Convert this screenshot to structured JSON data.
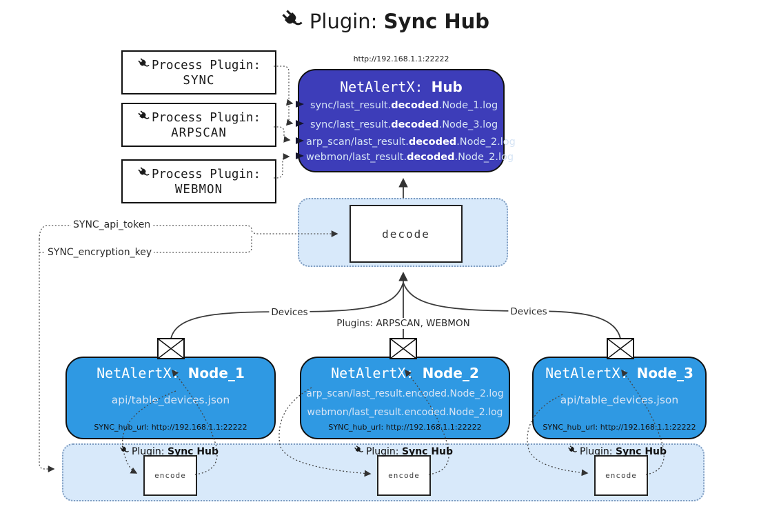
{
  "title": {
    "prefix": "Plugin: ",
    "name": "Sync Hub"
  },
  "hub": {
    "url": "http://192.168.1.1:22222",
    "title_prefix": "NetAlertX: ",
    "title_name": "Hub",
    "logs": [
      {
        "pre": "sync/last_result.",
        "mid": "decoded",
        "post": ".Node_1.log"
      },
      {
        "pre": "sync/last_result.",
        "mid": "decoded",
        "post": ".Node_3.log"
      },
      {
        "pre": "arp_scan/last_result.",
        "mid": "decoded",
        "post": ".Node_2.log"
      },
      {
        "pre": "webmon/last_result.",
        "mid": "decoded",
        "post": ".Node_2.log"
      }
    ]
  },
  "process_plugins": [
    {
      "label": "Process Plugin:",
      "name": "SYNC"
    },
    {
      "label": "Process Plugin:",
      "name": "ARPSCAN"
    },
    {
      "label": "Process Plugin:",
      "name": "WEBMON"
    }
  ],
  "decode": {
    "label": "decode"
  },
  "secrets": {
    "api_token": "SYNC_api_token",
    "encryption_key": "SYNC_encryption_key"
  },
  "edges": {
    "devices_left": "Devices",
    "plugins_middle": "Plugins: ARPSCAN, WEBMON",
    "devices_right": "Devices"
  },
  "nodes": [
    {
      "title_prefix": "NetAlertX: ",
      "title_name": "Node_1",
      "files": [
        "api/table_devices.json"
      ],
      "hub_url": "SYNC_hub_url: http://192.168.1.1:22222"
    },
    {
      "title_prefix": "NetAlertX: ",
      "title_name": "Node_2",
      "files": [
        "arp_scan/last_result.encoded.Node_2.log",
        "webmon/last_result.encoded.Node_2.log"
      ],
      "hub_url": "SYNC_hub_url: http://192.168.1.1:22222"
    },
    {
      "title_prefix": "NetAlertX: ",
      "title_name": "Node_3",
      "files": [
        "api/table_devices.json"
      ],
      "hub_url": "SYNC_hub_url: http://192.168.1.1:22222"
    }
  ],
  "band": {
    "plugin_prefix": "Plugin: ",
    "plugin_name": "Sync Hub",
    "encode_label": "encode"
  },
  "colors": {
    "hub_bg": "#3D3DB9",
    "node_bg": "#2F99E3",
    "panel_bg": "#D8E9FA",
    "panel_border": "#7E9CC0",
    "box_border": "#111111",
    "light_text": "#D6E4F5",
    "line": "#3B3B3B",
    "dotted": "#555555"
  }
}
